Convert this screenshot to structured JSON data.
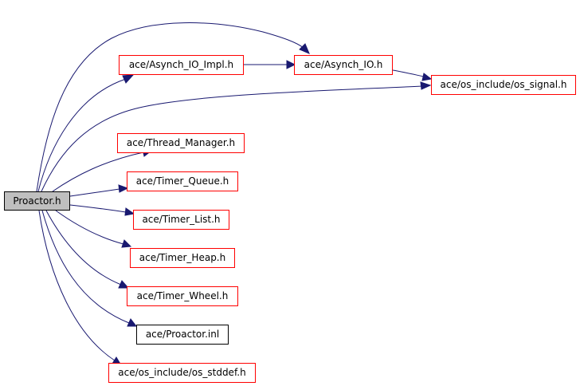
{
  "graph": {
    "root": "Proactor.h",
    "colors": {
      "edge": "#191970",
      "missing_border": "#ff0000",
      "found_border": "#000000",
      "root_fill": "#bfbfbf"
    },
    "nodes": {
      "proactor_h": "Proactor.h",
      "asynch_io_impl_h": "ace/Asynch_IO_Impl.h",
      "asynch_io_h": "ace/Asynch_IO.h",
      "os_signal_h": "ace/os_include/os_signal.h",
      "thread_manager_h": "ace/Thread_Manager.h",
      "timer_queue_h": "ace/Timer_Queue.h",
      "timer_list_h": "ace/Timer_List.h",
      "timer_heap_h": "ace/Timer_Heap.h",
      "timer_wheel_h": "ace/Timer_Wheel.h",
      "proactor_inl": "ace/Proactor.inl",
      "os_stddef_h": "ace/os_include/os_stddef.h"
    },
    "edges": [
      {
        "from": "Proactor.h",
        "to": "ace/Asynch_IO_Impl.h"
      },
      {
        "from": "Proactor.h",
        "to": "ace/Asynch_IO.h"
      },
      {
        "from": "Proactor.h",
        "to": "ace/os_include/os_signal.h"
      },
      {
        "from": "Proactor.h",
        "to": "ace/Thread_Manager.h"
      },
      {
        "from": "Proactor.h",
        "to": "ace/Timer_Queue.h"
      },
      {
        "from": "Proactor.h",
        "to": "ace/Timer_List.h"
      },
      {
        "from": "Proactor.h",
        "to": "ace/Timer_Heap.h"
      },
      {
        "from": "Proactor.h",
        "to": "ace/Timer_Wheel.h"
      },
      {
        "from": "Proactor.h",
        "to": "ace/Proactor.inl"
      },
      {
        "from": "Proactor.h",
        "to": "ace/os_include/os_stddef.h"
      },
      {
        "from": "ace/Asynch_IO_Impl.h",
        "to": "ace/Asynch_IO.h"
      },
      {
        "from": "ace/Asynch_IO.h",
        "to": "ace/os_include/os_signal.h"
      }
    ]
  }
}
